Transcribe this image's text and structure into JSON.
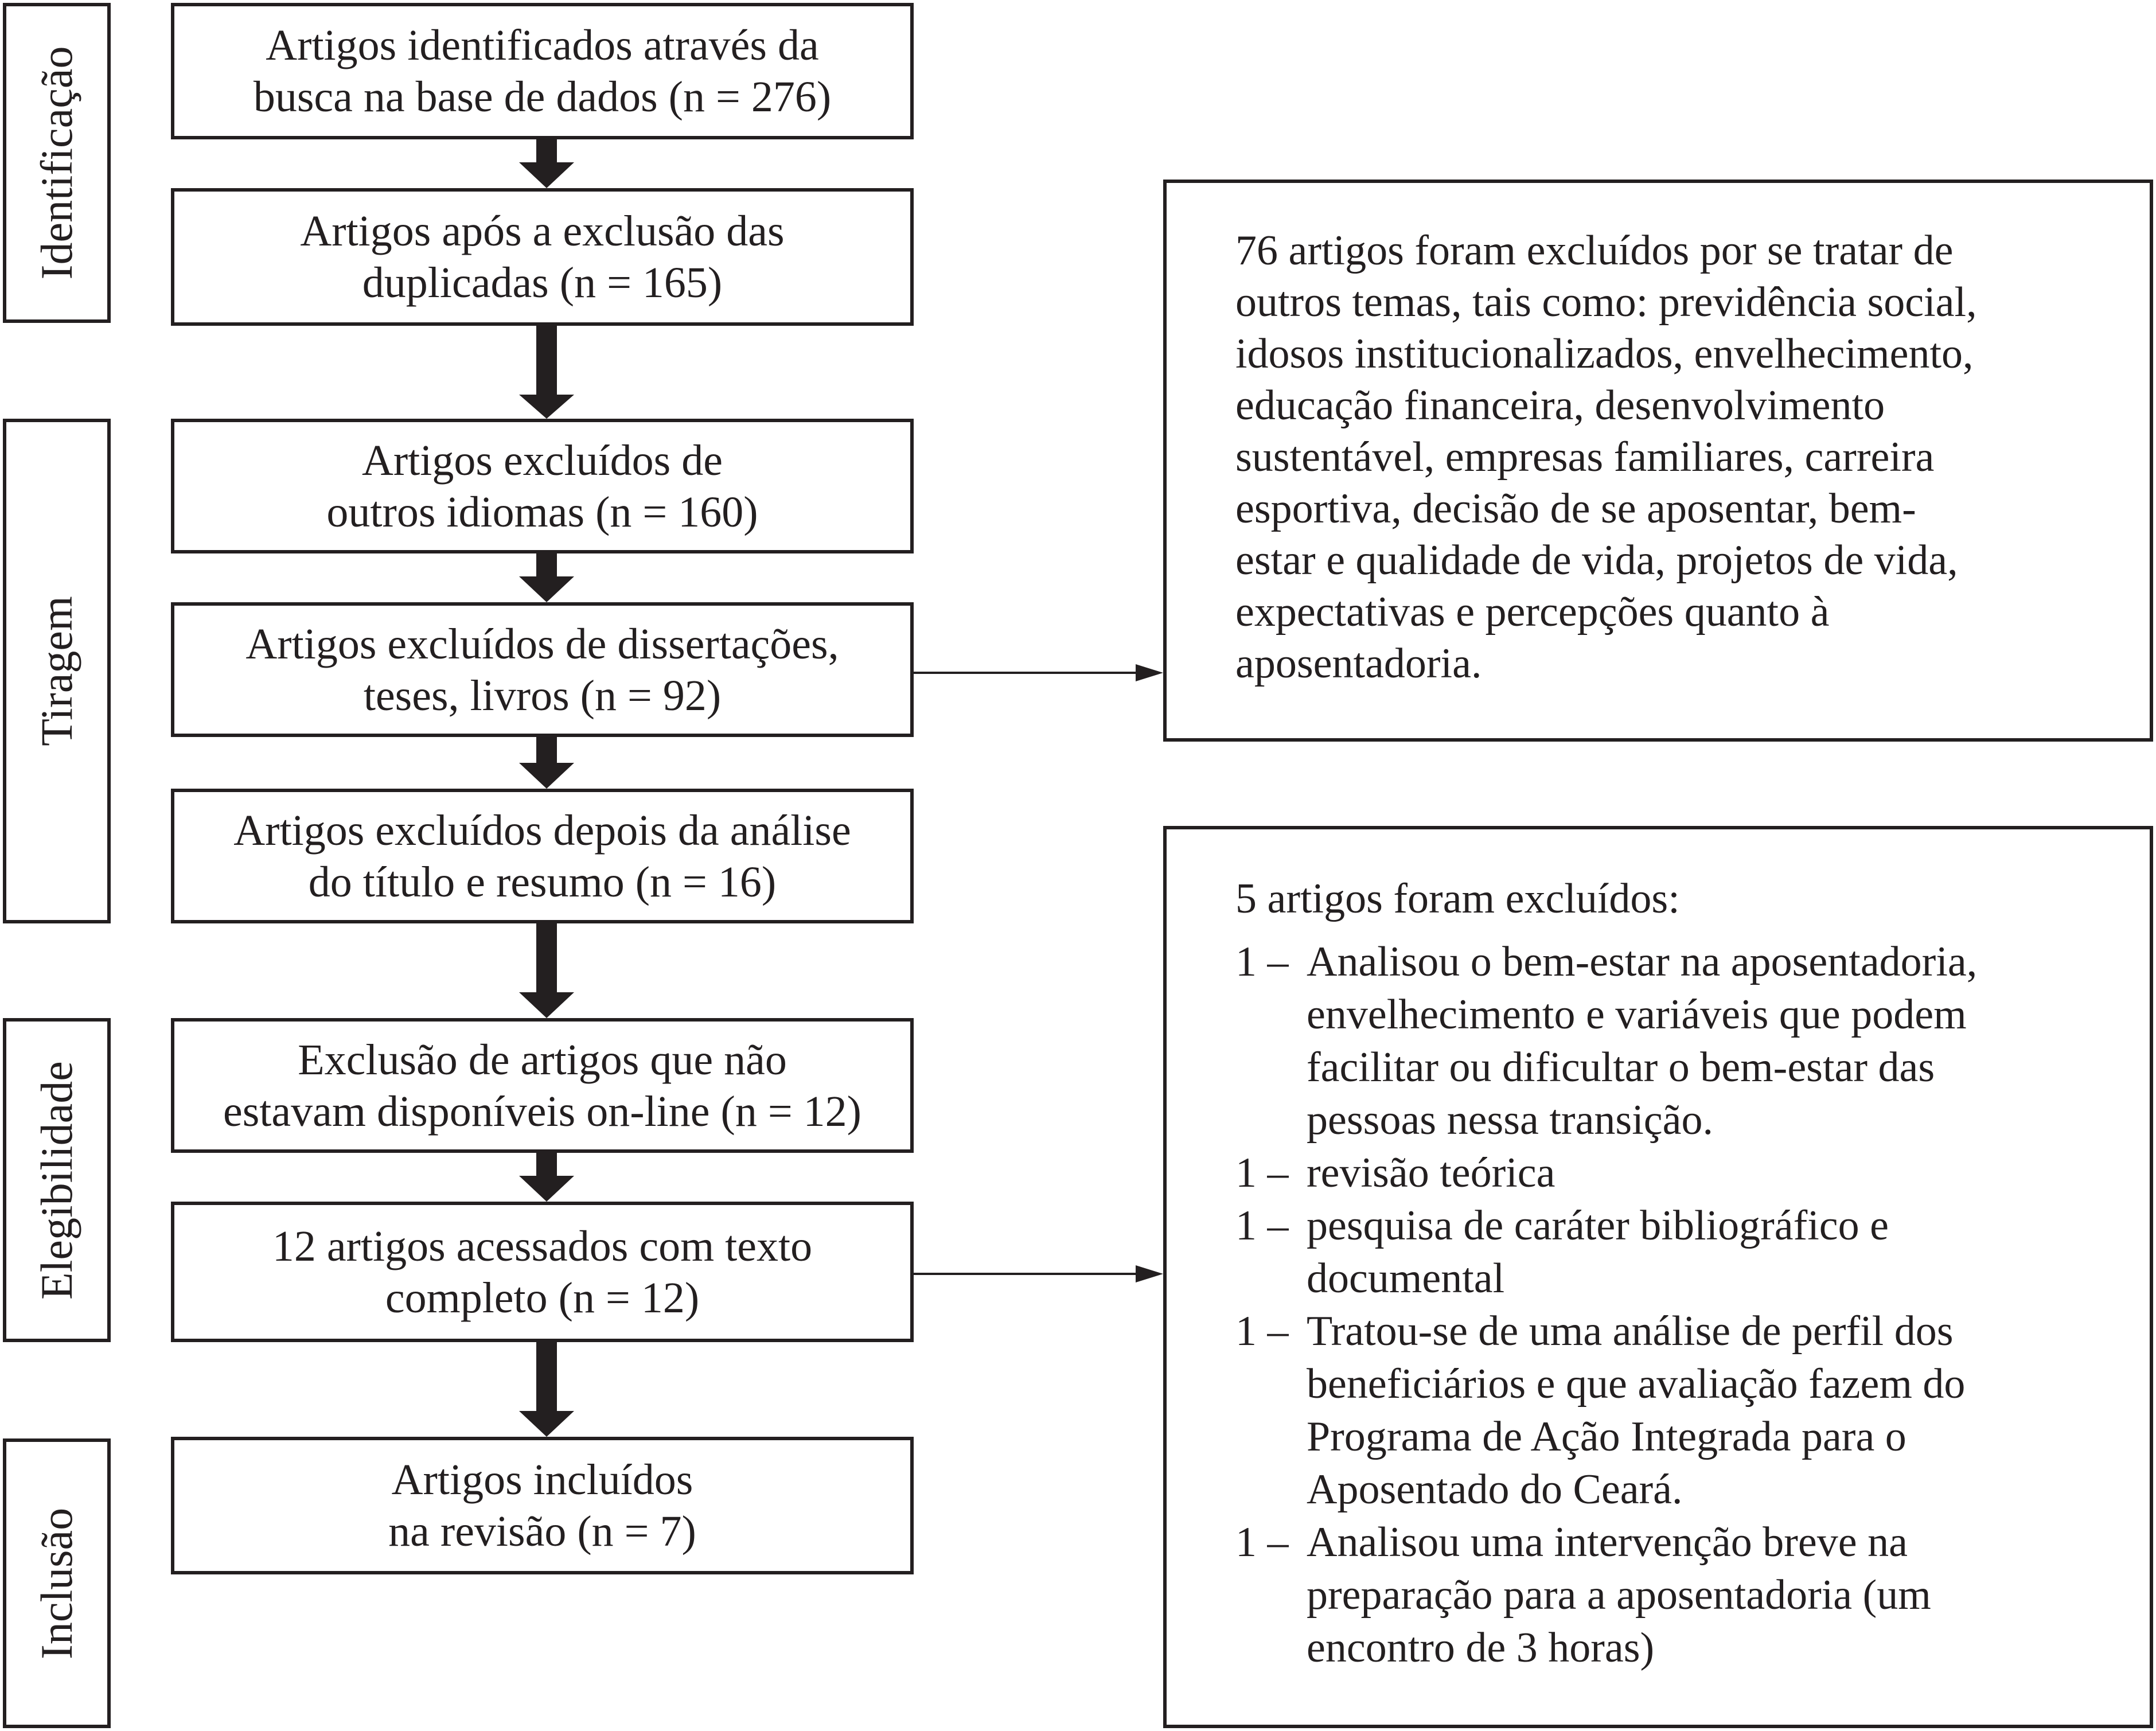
{
  "stages": [
    {
      "id": "identificacao",
      "label": "Identificação"
    },
    {
      "id": "tiragem",
      "label": "Tiragem"
    },
    {
      "id": "elegibilidade",
      "label": "Elegibilidade"
    },
    {
      "id": "inclusao",
      "label": "Inclusão"
    }
  ],
  "steps": [
    {
      "lines": [
        "Artigos identificados através da",
        "busca na base de dados (n = 276)"
      ]
    },
    {
      "lines": [
        "Artigos após a exclusão das",
        "duplicadas (n = 165)"
      ]
    },
    {
      "lines": [
        "Artigos excluídos de",
        "outros idiomas (n = 160)"
      ]
    },
    {
      "lines": [
        "Artigos excluídos de dissertações,",
        "teses, livros (n = 92)"
      ]
    },
    {
      "lines": [
        "Artigos excluídos depois da análise",
        "do título e resumo (n = 16)"
      ]
    },
    {
      "lines": [
        "Exclusão de artigos que não",
        "estavam disponíveis on-line (n = 12)"
      ]
    },
    {
      "lines": [
        "12 artigos acessados com texto",
        "completo (n = 12)"
      ]
    },
    {
      "lines": [
        "Artigos incluídos",
        "na revisão (n = 7)"
      ]
    }
  ],
  "exclusion_note_1": {
    "lines": [
      "76 artigos foram excluídos por se tratar de",
      "outros temas, tais como: previdência social,",
      "idosos institucionalizados, envelhecimento,",
      "educação financeira, desenvolvimento",
      "sustentável, empresas familiares, carreira",
      "esportiva, decisão de se aposentar, bem-",
      "estar e qualidade de vida, projetos de vida,",
      "expectativas e percepções quanto à",
      "aposentadoria."
    ]
  },
  "exclusion_note_2": {
    "heading": "5 artigos foram excluídos:",
    "items": [
      {
        "count": "1 –",
        "lines": [
          "Analisou o bem-estar na aposentadoria,",
          "envelhecimento e variáveis que podem",
          "facilitar ou dificultar o bem-estar das",
          "pessoas nessa transição."
        ]
      },
      {
        "count": "1 –",
        "lines": [
          "revisão teórica"
        ]
      },
      {
        "count": "1 –",
        "lines": [
          "pesquisa de caráter bibliográfico e",
          "documental"
        ]
      },
      {
        "count": "1 –",
        "lines": [
          "Tratou-se de uma análise de perfil dos",
          "beneficiários e que avaliação fazem do",
          "Programa de Ação Integrada para o",
          "Aposentado do Ceará."
        ]
      },
      {
        "count": "1 –",
        "lines": [
          "Analisou uma intervenção breve na",
          "preparação para a aposentadoria (um",
          "encontro de 3 horas)"
        ]
      }
    ]
  }
}
